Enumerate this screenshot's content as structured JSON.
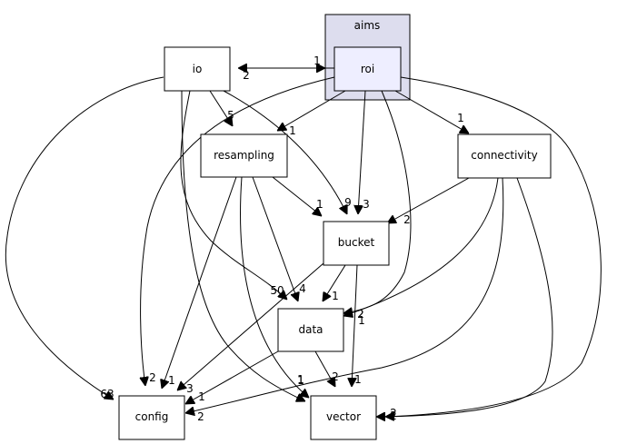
{
  "cluster": {
    "label": "aims"
  },
  "nodes": {
    "roi": "roi",
    "io": "io",
    "resampling": "resampling",
    "connectivity": "connectivity",
    "bucket": "bucket",
    "data": "data",
    "config": "config",
    "vector": "vector"
  },
  "edge_labels": {
    "roi_io": "2",
    "io_roi": "1",
    "io_resampling": "5",
    "io_bucket": "9",
    "io_data": "50",
    "io_config": "63",
    "io_vector": "1",
    "roi_resampling": "1",
    "roi_connectivity": "1",
    "roi_bucket": "3",
    "roi_data": "2",
    "roi_config": "2",
    "roi_vector": "2",
    "resampling_bucket": "1",
    "resampling_data": "4",
    "resampling_config": "1",
    "resampling_vector": "1",
    "connectivity_bucket": "2",
    "connectivity_data": "2",
    "connectivity_config": "2",
    "connectivity_vector": "2",
    "bucket_data": "1",
    "bucket_config": "3",
    "bucket_vector": "1",
    "data_config": "1",
    "data_vector": "2"
  }
}
